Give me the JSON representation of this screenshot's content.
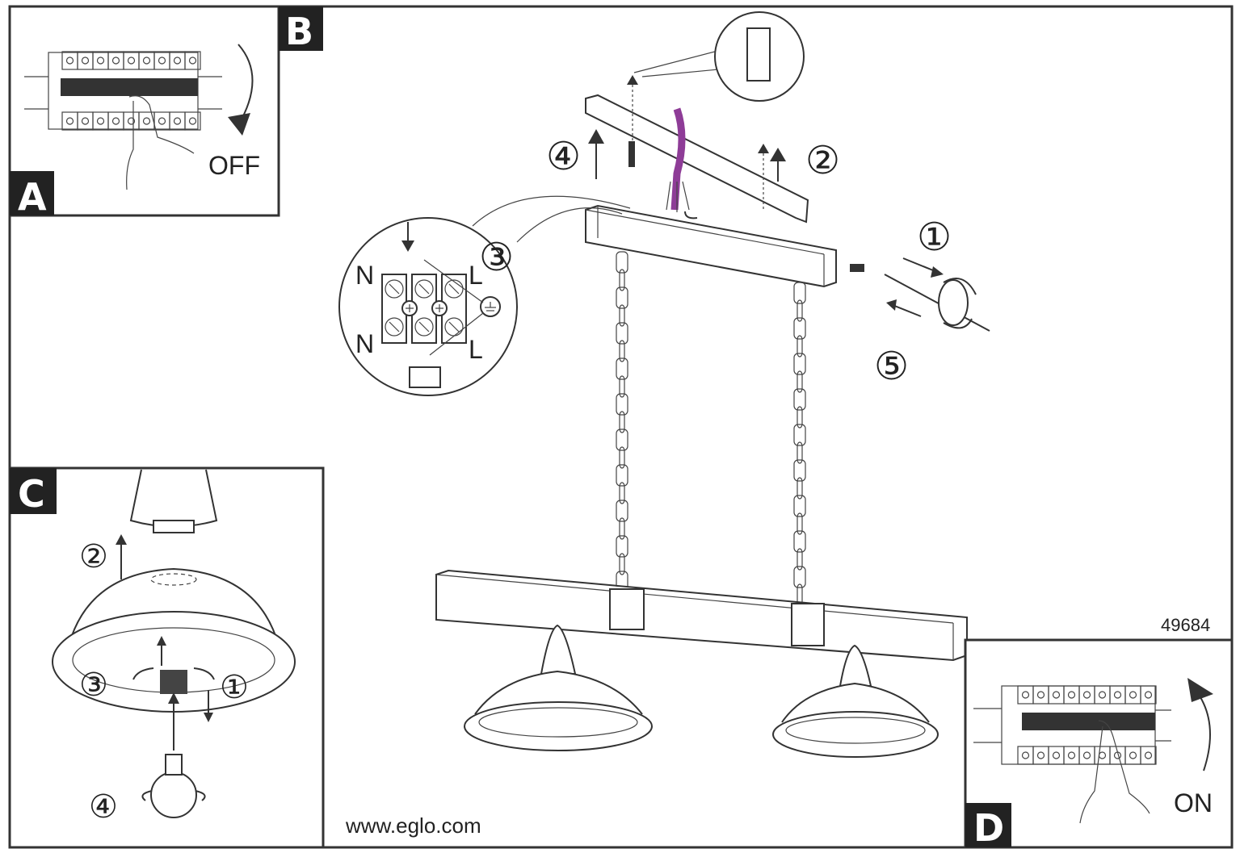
{
  "document": {
    "model_number": "49684",
    "website": "www.eglo.com"
  },
  "panels": {
    "a": {
      "label": "A"
    },
    "b": {
      "label": "B",
      "state_text": "OFF"
    },
    "c": {
      "label": "C",
      "steps": [
        "①",
        "②",
        "③",
        "④"
      ]
    },
    "d": {
      "label": "D",
      "state_text": "ON"
    }
  },
  "main": {
    "steps": [
      "①",
      "②",
      "③",
      "④",
      "⑤"
    ],
    "terminal": {
      "neutral": "N",
      "live": "L"
    }
  },
  "colors": {
    "label_bg": "#222222",
    "cable": "#8e3c97",
    "line": "#333333"
  }
}
